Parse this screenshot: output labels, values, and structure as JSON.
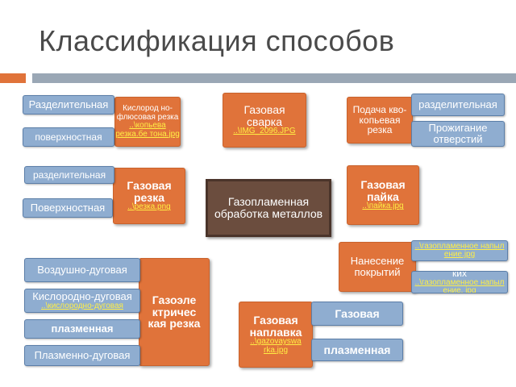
{
  "title": "Классификация способов",
  "center": "Газопламенная обработка металлов",
  "nodes": {
    "kislorod": {
      "text": "Кислород но-флюсовая резка",
      "link": "..\\копьева резка.бе тона.jpg"
    },
    "gas_svarka": {
      "text": "Газовая сварка",
      "link": "..\\IMG_2096.JPG"
    },
    "kopievaya": {
      "text": "Подача кво-копьевая резка"
    },
    "gas_rezka": {
      "text": "Газовая резка",
      "link": "..\\резка.png"
    },
    "gas_payka": {
      "text": "Газовая пайка",
      "link": "..\\пайка.jpg"
    },
    "coatings": {
      "text": "Нанесение покрытий"
    },
    "gazoelektr": {
      "text": "Газоэле ктричес кая резка"
    },
    "naplavka": {
      "text": "Газовая наплавка",
      "link": "..\\gazovayswa rka.jpg"
    }
  },
  "leaves": {
    "razdel_1": "Разделительная",
    "poverkh_1": "поверхностная",
    "razdel_2": "разделительная",
    "poverkh_2": "Поверхностная",
    "razdel_3": "разделительная",
    "prozhig": "Прожигание отверстий",
    "vozdush": "Воздушно-дуговая",
    "kislorod_dug": "Кислородно-дуговая",
    "kislorod_dug_link": "..\\кислородно-дуговая",
    "plazm_1": "плазменная",
    "plazm_dug": "Плазменно-дуговая",
    "gas_leaf": "Газовая",
    "plazm_2": "плазменная",
    "coat_1_link": "..\\газопламенное напыл ение.jpg",
    "coat_2_link": "..\\газопламенное напыл ение. jpg",
    "coat_2_text": "ких"
  }
}
